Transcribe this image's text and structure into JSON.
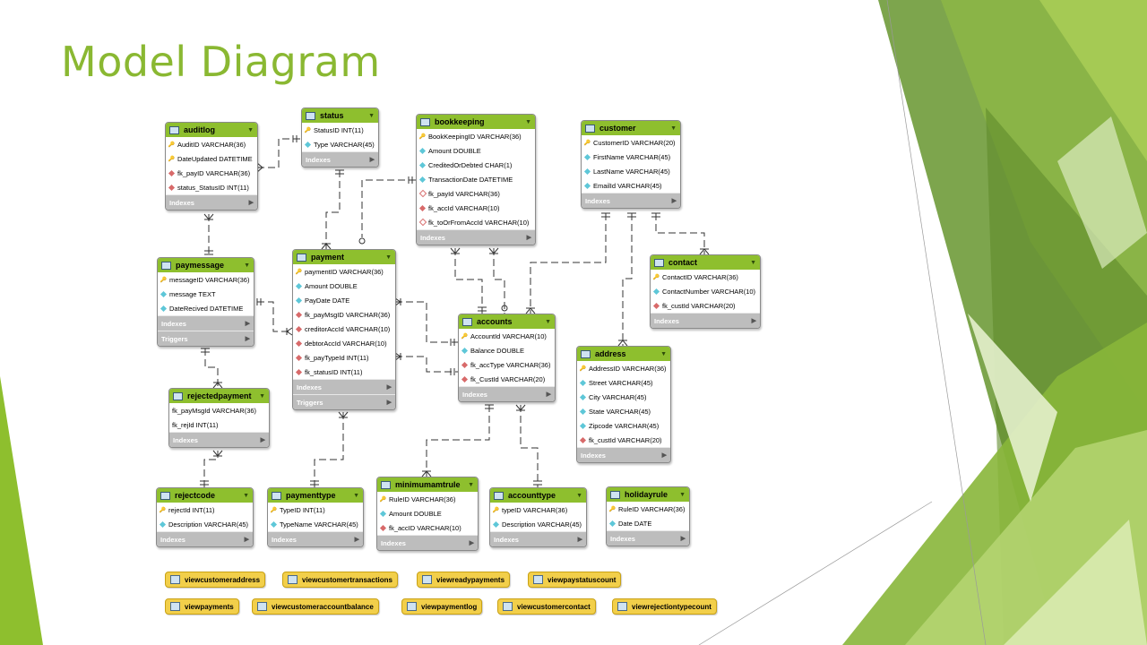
{
  "title": "Model Diagram",
  "colors": {
    "title": "#8ab832",
    "table_header": "#8ebf2e",
    "section": "#bdbdbd",
    "view": "#f2cf4a"
  },
  "icons": {
    "table": "table-icon",
    "primary_key": "key-icon",
    "attribute": "diamond-icon",
    "foreign_key": "red-diamond-icon",
    "view": "view-icon"
  },
  "tables": [
    {
      "id": "auditlog",
      "name": "auditlog",
      "columns": [
        {
          "text": "AuditID VARCHAR(36)",
          "kind": "key"
        },
        {
          "text": "DateUpdated DATETIME",
          "kind": "key"
        },
        {
          "text": "fk_payID VARCHAR(36)",
          "kind": "fk"
        },
        {
          "text": "status_StatusID INT(11)",
          "kind": "fk"
        }
      ],
      "sections": [
        "Indexes"
      ]
    },
    {
      "id": "status",
      "name": "status",
      "columns": [
        {
          "text": "StatusID INT(11)",
          "kind": "key"
        },
        {
          "text": "Type VARCHAR(45)",
          "kind": "attr"
        }
      ],
      "sections": [
        "Indexes"
      ]
    },
    {
      "id": "bookkeeping",
      "name": "bookkeeping",
      "columns": [
        {
          "text": "BookKeepingID VARCHAR(36)",
          "kind": "key"
        },
        {
          "text": "Amount DOUBLE",
          "kind": "attr"
        },
        {
          "text": "CreditedOrDebted CHAR(1)",
          "kind": "attr"
        },
        {
          "text": "TransactionDate DATETIME",
          "kind": "attr"
        },
        {
          "text": "fk_payId VARCHAR(36)",
          "kind": "fkn"
        },
        {
          "text": "fk_accId VARCHAR(10)",
          "kind": "fk"
        },
        {
          "text": "fk_toOrFromAccId VARCHAR(10)",
          "kind": "fkn"
        }
      ],
      "sections": [
        "Indexes"
      ]
    },
    {
      "id": "customer",
      "name": "customer",
      "columns": [
        {
          "text": "CustomerID VARCHAR(20)",
          "kind": "key"
        },
        {
          "text": "FirstName VARCHAR(45)",
          "kind": "attr"
        },
        {
          "text": "LastName VARCHAR(45)",
          "kind": "attr"
        },
        {
          "text": "EmailId VARCHAR(45)",
          "kind": "attr"
        }
      ],
      "sections": [
        "Indexes"
      ]
    },
    {
      "id": "paymessage",
      "name": "paymessage",
      "columns": [
        {
          "text": "messageID VARCHAR(36)",
          "kind": "key"
        },
        {
          "text": "message TEXT",
          "kind": "attr"
        },
        {
          "text": "DateRecived DATETIME",
          "kind": "attr"
        }
      ],
      "sections": [
        "Indexes",
        "Triggers"
      ]
    },
    {
      "id": "payment",
      "name": "payment",
      "columns": [
        {
          "text": "paymentID VARCHAR(36)",
          "kind": "key"
        },
        {
          "text": "Amount DOUBLE",
          "kind": "attr"
        },
        {
          "text": "PayDate DATE",
          "kind": "attr"
        },
        {
          "text": "fk_payMsgID VARCHAR(36)",
          "kind": "fk"
        },
        {
          "text": "creditorAccId VARCHAR(10)",
          "kind": "fk"
        },
        {
          "text": "debtorAccId VARCHAR(10)",
          "kind": "fk"
        },
        {
          "text": "fk_payTypeId INT(11)",
          "kind": "fk"
        },
        {
          "text": "fk_statusID INT(11)",
          "kind": "fk"
        }
      ],
      "sections": [
        "Indexes",
        "Triggers"
      ]
    },
    {
      "id": "contact",
      "name": "contact",
      "columns": [
        {
          "text": "ContactID VARCHAR(36)",
          "kind": "key"
        },
        {
          "text": "ContactNumber VARCHAR(10)",
          "kind": "attr"
        },
        {
          "text": "fk_custId VARCHAR(20)",
          "kind": "fk"
        }
      ],
      "sections": [
        "Indexes"
      ]
    },
    {
      "id": "accounts",
      "name": "accounts",
      "columns": [
        {
          "text": "AccountId VARCHAR(10)",
          "kind": "key"
        },
        {
          "text": "Balance DOUBLE",
          "kind": "attr"
        },
        {
          "text": "fk_accType VARCHAR(36)",
          "kind": "fk"
        },
        {
          "text": "fk_CustId VARCHAR(20)",
          "kind": "fk"
        }
      ],
      "sections": [
        "Indexes"
      ]
    },
    {
      "id": "address",
      "name": "address",
      "columns": [
        {
          "text": "AddressID VARCHAR(36)",
          "kind": "key"
        },
        {
          "text": "Street VARCHAR(45)",
          "kind": "attr"
        },
        {
          "text": "City VARCHAR(45)",
          "kind": "attr"
        },
        {
          "text": "State VARCHAR(45)",
          "kind": "attr"
        },
        {
          "text": "Zipcode VARCHAR(45)",
          "kind": "attr"
        },
        {
          "text": "fk_custId VARCHAR(20)",
          "kind": "fk"
        }
      ],
      "sections": [
        "Indexes"
      ]
    },
    {
      "id": "rejectedpayment",
      "name": "rejectedpayment",
      "columns": [
        {
          "text": "fk_payMsgId VARCHAR(36)",
          "kind": "none"
        },
        {
          "text": "fk_rejId INT(11)",
          "kind": "none"
        }
      ],
      "sections": [
        "Indexes"
      ]
    },
    {
      "id": "rejectcode",
      "name": "rejectcode",
      "columns": [
        {
          "text": "rejectId INT(11)",
          "kind": "key"
        },
        {
          "text": "Description VARCHAR(45)",
          "kind": "attr"
        }
      ],
      "sections": [
        "Indexes"
      ]
    },
    {
      "id": "paymenttype",
      "name": "paymenttype",
      "columns": [
        {
          "text": "TypeID INT(11)",
          "kind": "key"
        },
        {
          "text": "TypeName VARCHAR(45)",
          "kind": "attr"
        }
      ],
      "sections": [
        "Indexes"
      ]
    },
    {
      "id": "minimumamtrule",
      "name": "minimumamtrule",
      "columns": [
        {
          "text": "RuleID VARCHAR(36)",
          "kind": "key"
        },
        {
          "text": "Amount DOUBLE",
          "kind": "attr"
        },
        {
          "text": "fk_accID VARCHAR(10)",
          "kind": "fk"
        }
      ],
      "sections": [
        "Indexes"
      ]
    },
    {
      "id": "accounttype",
      "name": "accounttype",
      "columns": [
        {
          "text": "typeID VARCHAR(36)",
          "kind": "key"
        },
        {
          "text": "Description VARCHAR(45)",
          "kind": "attr"
        }
      ],
      "sections": [
        "Indexes"
      ]
    },
    {
      "id": "holidayrule",
      "name": "holidayrule",
      "columns": [
        {
          "text": "RuleID VARCHAR(36)",
          "kind": "key"
        },
        {
          "text": "Date DATE",
          "kind": "attr"
        }
      ],
      "sections": [
        "Indexes"
      ]
    }
  ],
  "views": [
    "viewcustomeraddress",
    "viewcustomertransactions",
    "viewreadypayments",
    "viewpaystatuscount",
    "viewpayments",
    "viewcustomeraccountbalance",
    "viewpaymentlog",
    "viewcustomercontact",
    "viewrejectiontypecount"
  ]
}
